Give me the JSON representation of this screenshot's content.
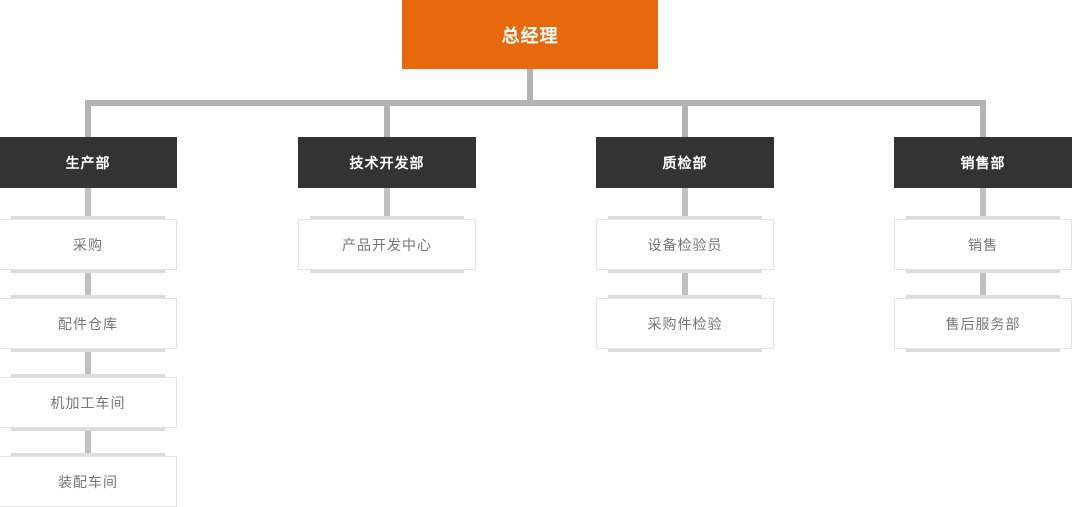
{
  "colors": {
    "canvas": "#ffffff",
    "root-bg": "#e8690c",
    "root-text": "#ffffff",
    "dept-bg": "#333333",
    "dept-text": "#ffffff",
    "connector": "#b3b3b3",
    "stub": "#c0c0c0",
    "node-bg": "#ffffff",
    "node-border": "#e3e3e3",
    "node-text": "#757575",
    "node-strip": "#dcdcdc"
  },
  "org": {
    "root": "总经理",
    "columns": [
      {
        "dept": "生产部",
        "children": [
          "采购",
          "配件仓库",
          "机加工车间",
          "装配车间"
        ]
      },
      {
        "dept": "技术开发部",
        "children": [
          "产品开发中心"
        ]
      },
      {
        "dept": "质检部",
        "children": [
          "设备检验员",
          "采购件检验"
        ]
      },
      {
        "dept": "销售部",
        "children": [
          "销售",
          "售后服务部"
        ]
      }
    ]
  }
}
